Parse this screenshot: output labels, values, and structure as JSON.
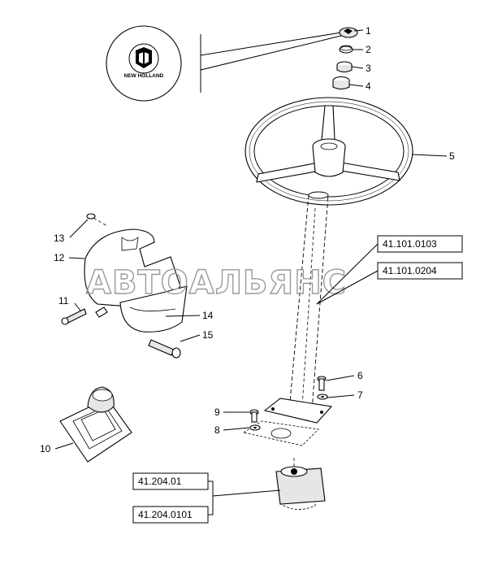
{
  "brand_logo_text": "NEW HOLLAND",
  "watermark": "АВТОАЛЬЯНС",
  "callouts": {
    "c1": "1",
    "c2": "2",
    "c3": "3",
    "c4": "4",
    "c5": "5",
    "c6": "6",
    "c7": "7",
    "c8": "8",
    "c9": "9",
    "c10": "10",
    "c11": "11",
    "c12": "12",
    "c13": "13",
    "c14": "14",
    "c15": "15"
  },
  "references": {
    "r1": "41.101.0103",
    "r2": "41.101.0204",
    "r3": "41.204.01",
    "r4": "41.204.0101"
  }
}
